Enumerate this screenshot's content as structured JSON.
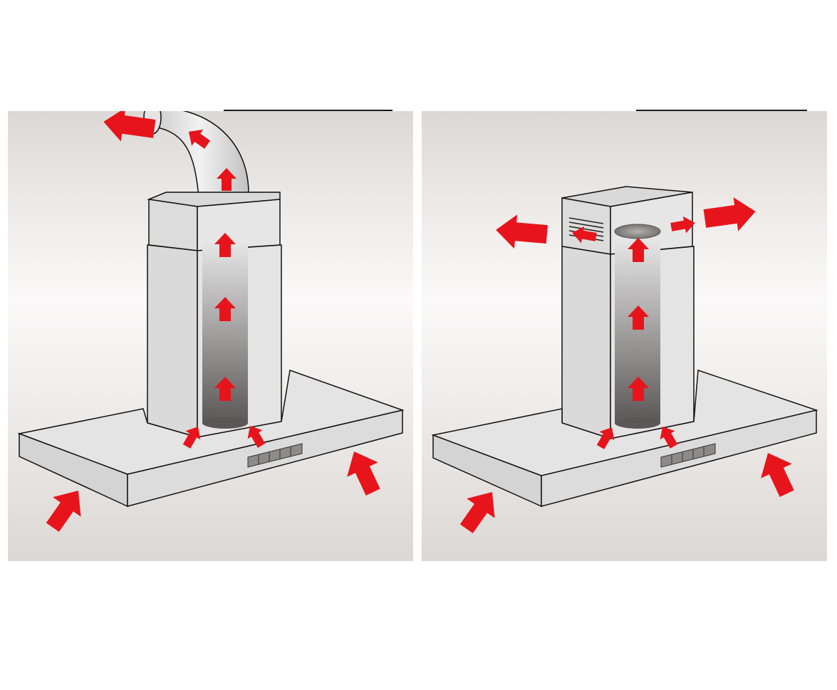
{
  "figure": {
    "panels": [
      {
        "id": "ducted",
        "mode": "ducted-extraction"
      },
      {
        "id": "recirculating",
        "mode": "recirculation"
      }
    ]
  },
  "colors": {
    "arrow": "#e8141b",
    "outline": "#111111",
    "metal_light": "#e2e2e2",
    "metal_mid": "#d2d2d2",
    "background_top": "#dcd8d5",
    "background_mid": "#fbf9f9"
  }
}
